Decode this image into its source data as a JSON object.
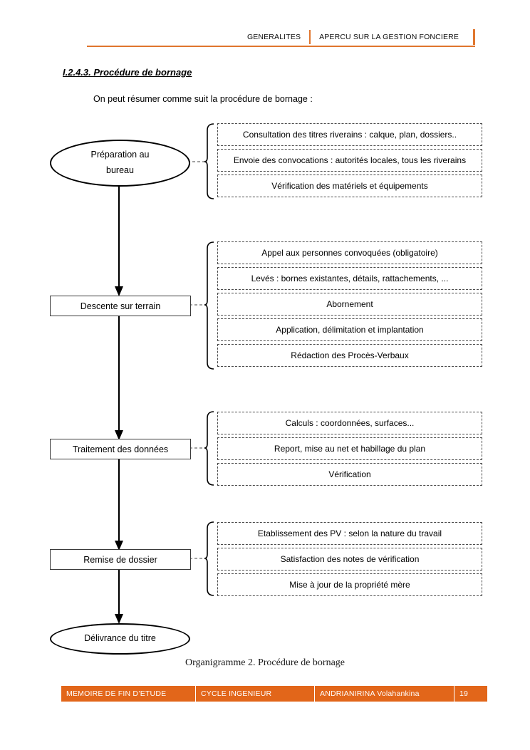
{
  "header": {
    "left_label": "GENERALITES",
    "right_label": "APERCU SUR LA GESTION FONCIERE",
    "accent_color": "#E0762E"
  },
  "section": {
    "title": "I.2.4.3. Procédure de bornage",
    "intro": "On peut résumer comme suit la procédure de bornage :"
  },
  "flowchart": {
    "caption": "Organigramme 2. Procédure de bornage",
    "steps": [
      {
        "label": "Préparation au bureau",
        "label_line1": "Préparation au",
        "label_line2": "bureau",
        "shape": "ellipse",
        "details": [
          "Consultation des titres riverains : calque, plan, dossiers..",
          "Envoie des convocations : autorités locales, tous les riverains",
          "Vérification des matériels et équipements"
        ]
      },
      {
        "label": "Descente sur terrain",
        "shape": "rect",
        "details": [
          "Appel aux personnes convoquées (obligatoire)",
          "Levés : bornes existantes, détails, rattachements, ...",
          "Abornement",
          "Application, délimitation et implantation",
          "Rédaction des Procès-Verbaux"
        ]
      },
      {
        "label": "Traitement des données",
        "shape": "rect",
        "details": [
          "Calculs : coordonnées, surfaces...",
          "Report, mise au net et habillage du plan",
          "Vérification"
        ]
      },
      {
        "label": "Remise de dossier",
        "shape": "rect",
        "details": [
          "Etablissement des PV : selon la nature du travail",
          "Satisfaction des notes de vérification",
          "Mise à jour de la propriété mère"
        ]
      },
      {
        "label": "Délivrance du titre",
        "shape": "ellipse",
        "details": []
      }
    ]
  },
  "footer": {
    "cells": [
      "MEMOIRE DE FIN D’ETUDE",
      "CYCLE INGENIEUR",
      "ANDRIANIRINA Volahankina",
      "19"
    ],
    "background_color": "#E2661A"
  }
}
